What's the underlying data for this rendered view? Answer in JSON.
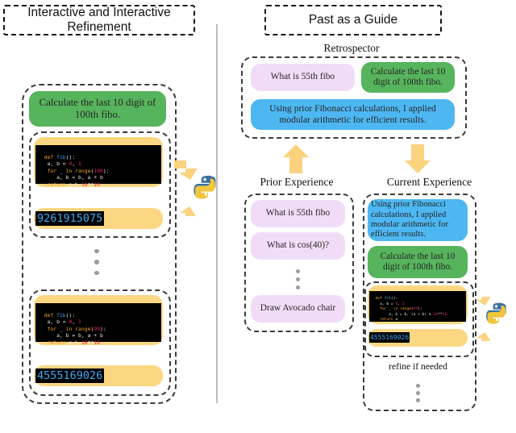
{
  "figure": {
    "left_panel_title": "Interactive and Interactive Refinement",
    "right_panel_title": "Past as a Guide",
    "caption": ""
  },
  "left_panel": {
    "prompt": "Calculate the last 10 digit of 100th fibo.",
    "attempt_first": {
      "code_lines": [
        "def fib():",
        "   a, b = 0, 1",
        "   for _ in range(100):",
        "      a, b = b, a + b",
        "   return a % 10**10"
      ],
      "output": "9261915075"
    },
    "attempt_last": {
      "code_lines": [
        "def fib():",
        "   a, b = 0, 1",
        "   for _ in range(99):",
        "      a, b = b, a + b",
        "   return a % 10**10"
      ],
      "output": "4555169026"
    },
    "ellipsis_icon": "vertical-dots",
    "runtime_icon": "python-logo",
    "arrow_in_icon": "arrow-down-right",
    "arrow_out_icon": "arrow-up-right"
  },
  "right_panel": {
    "retrospector": {
      "label": "Retrospector",
      "query_prior": "What is 55th fibo",
      "query_current": "Calculate the last 10 digit of 100th fibo.",
      "insight": "Using prior Fibonacci calculations, I applied modular arithmetic for efficient results."
    },
    "arrow_up_icon": "arrow-up",
    "arrow_down_icon": "arrow-down",
    "prior_experience": {
      "label": "Prior Experience",
      "items": [
        "What is 55th fibo",
        "What is cos(40)?",
        "Draw Avocado chair"
      ],
      "ellipsis_icon": "vertical-dots"
    },
    "current_experience": {
      "label": "Current Experience",
      "insight": "Using prior Fibonacci calculations, I applied modular arithmetic for efficient results.",
      "prompt": "Calculate the last 10 digit of 100th fibo.",
      "code_lines": [
        "def fib():",
        "    a, b = 0, 1",
        "    for _ in range(99):",
        "        a, b = b, (a + b) % 10**10",
        "    return a"
      ],
      "output": "4555169026",
      "refine_note": "refine if needed",
      "ellipsis_icon": "vertical-dots",
      "runtime_icon": "python-logo",
      "arrow_in_icon": "arrow-down-right",
      "arrow_out_icon": "arrow-up-right"
    }
  },
  "colors": {
    "pink": "#f1dcf8",
    "green": "#56b45c",
    "blue": "#4db7f2",
    "tan": "#fcd783",
    "arrow": "#fbd27e",
    "python_blue": "#3870a0",
    "python_yellow": "#f2c63c",
    "code_bg": "#000000",
    "dash": "#3a3a3a"
  }
}
